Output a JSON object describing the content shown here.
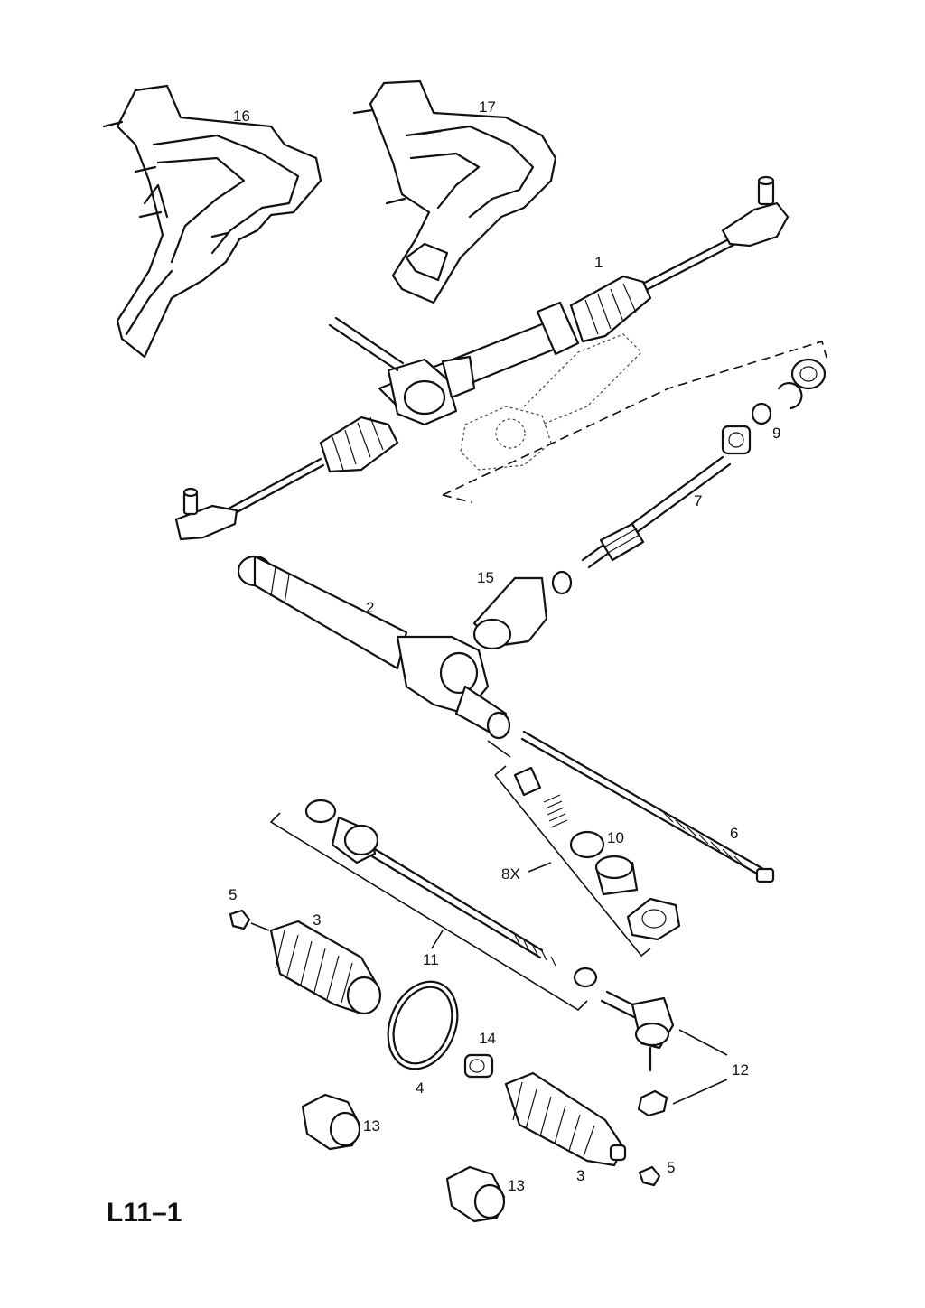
{
  "diagram_code": "L11–1",
  "labels": {
    "l1": "1",
    "l2": "2",
    "l3a": "3",
    "l3b": "3",
    "l4": "4",
    "l5a": "5",
    "l5b": "5",
    "l6": "6",
    "l7": "7",
    "l8x": "8X",
    "l9": "9",
    "l10": "10",
    "l11": "11",
    "l12": "12",
    "l13a": "13",
    "l13b": "13",
    "l14": "14",
    "l15": "15",
    "l16": "16",
    "l17": "17"
  }
}
